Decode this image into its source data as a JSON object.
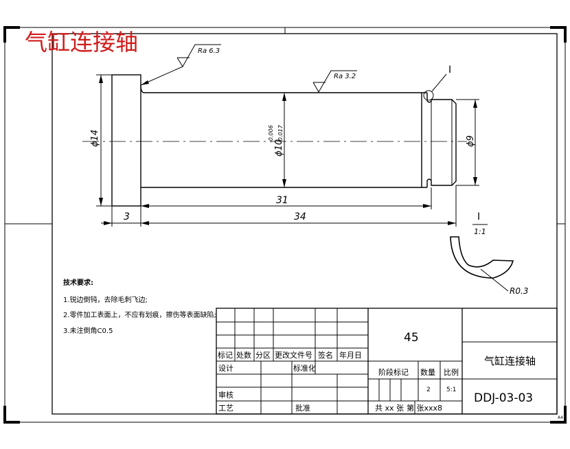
{
  "title": "气缸连接轴",
  "roughness": {
    "primary": "Ra 6.3",
    "secondary": "Ra 3.2"
  },
  "dimensions": {
    "dia_flange": "ϕ14",
    "dia_shaft": "ϕ10",
    "tol_upper": "-0.006",
    "tol_lower": "-0.017",
    "dia_end": "ϕ9",
    "len_31": "31",
    "len_3": "3",
    "len_34": "34"
  },
  "detail": {
    "mark": "I",
    "label": "I",
    "scale": "1:1",
    "radius": "R0.3"
  },
  "tech_req": {
    "heading": "技术要求:",
    "items": [
      "1.锐边倒钝，去除毛刺飞边;",
      "2.零件加工表面上，不应有划痕，擦伤等表面缺陷;",
      "3.未注倒角C0.5"
    ]
  },
  "title_block": {
    "material": "45",
    "part_name": "气缸连接轴",
    "drawing_no": "DDJ-03-03",
    "headers": [
      "标记",
      "处数",
      "分区",
      "更改文件号",
      "签名",
      "年月日"
    ],
    "design": "设计",
    "standardize": "标准化",
    "review": "审核",
    "process": "工艺",
    "approve": "批准",
    "stage_mark": "阶段标记",
    "quantity_label": "数量",
    "scale_label": "比例",
    "quantity": "2",
    "scale": "5:1",
    "sheets": "共 xx 张",
    "sheet_of": "第   张xxx8"
  },
  "corner_note": "A4"
}
